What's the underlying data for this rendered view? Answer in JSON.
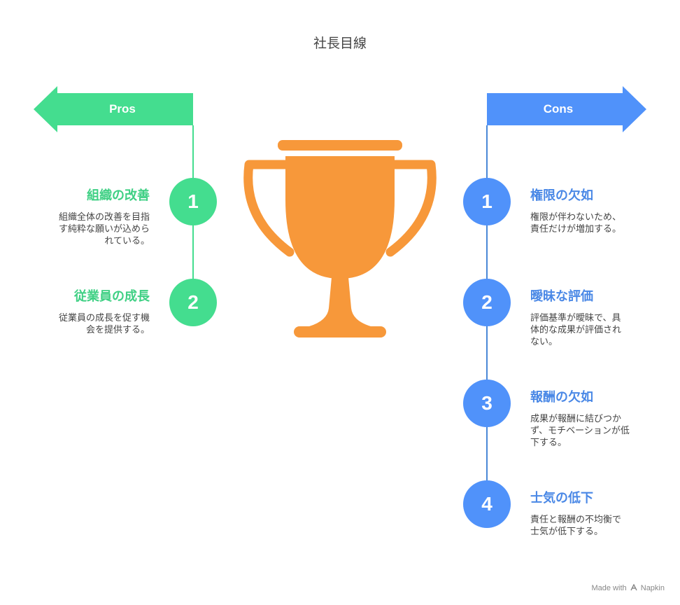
{
  "title": "社長目線",
  "colors": {
    "pros": "#44dd8f",
    "cons": "#5092fa",
    "trophy": "#f7983a"
  },
  "pros": {
    "label": "Pros",
    "items": [
      {
        "number": "1",
        "title": "組織の改善",
        "desc_lines": [
          "組織全体の改善を目指",
          "す純粋な願いが込めら",
          "れている。"
        ]
      },
      {
        "number": "2",
        "title": "従業員の成長",
        "desc_lines": [
          "従業員の成長を促す機",
          "会を提供する。"
        ]
      }
    ]
  },
  "cons": {
    "label": "Cons",
    "items": [
      {
        "number": "1",
        "title": "権限の欠如",
        "desc_lines": [
          "権限が伴わないため、",
          "責任だけが増加する。"
        ]
      },
      {
        "number": "2",
        "title": "曖昧な評価",
        "desc_lines": [
          "評価基準が曖昧で、具",
          "体的な成果が評価され",
          "ない。"
        ]
      },
      {
        "number": "3",
        "title": "報酬の欠如",
        "desc_lines": [
          "成果が報酬に結びつか",
          "ず、モチベーションが低",
          "下する。"
        ]
      },
      {
        "number": "4",
        "title": "士気の低下",
        "desc_lines": [
          "責任と報酬の不均衡で",
          "士気が低下する。"
        ]
      }
    ]
  },
  "trophy_icon": "trophy-icon",
  "footer": {
    "text": "Made with",
    "brand": "Napkin",
    "icon": "napkin-logo-icon"
  }
}
